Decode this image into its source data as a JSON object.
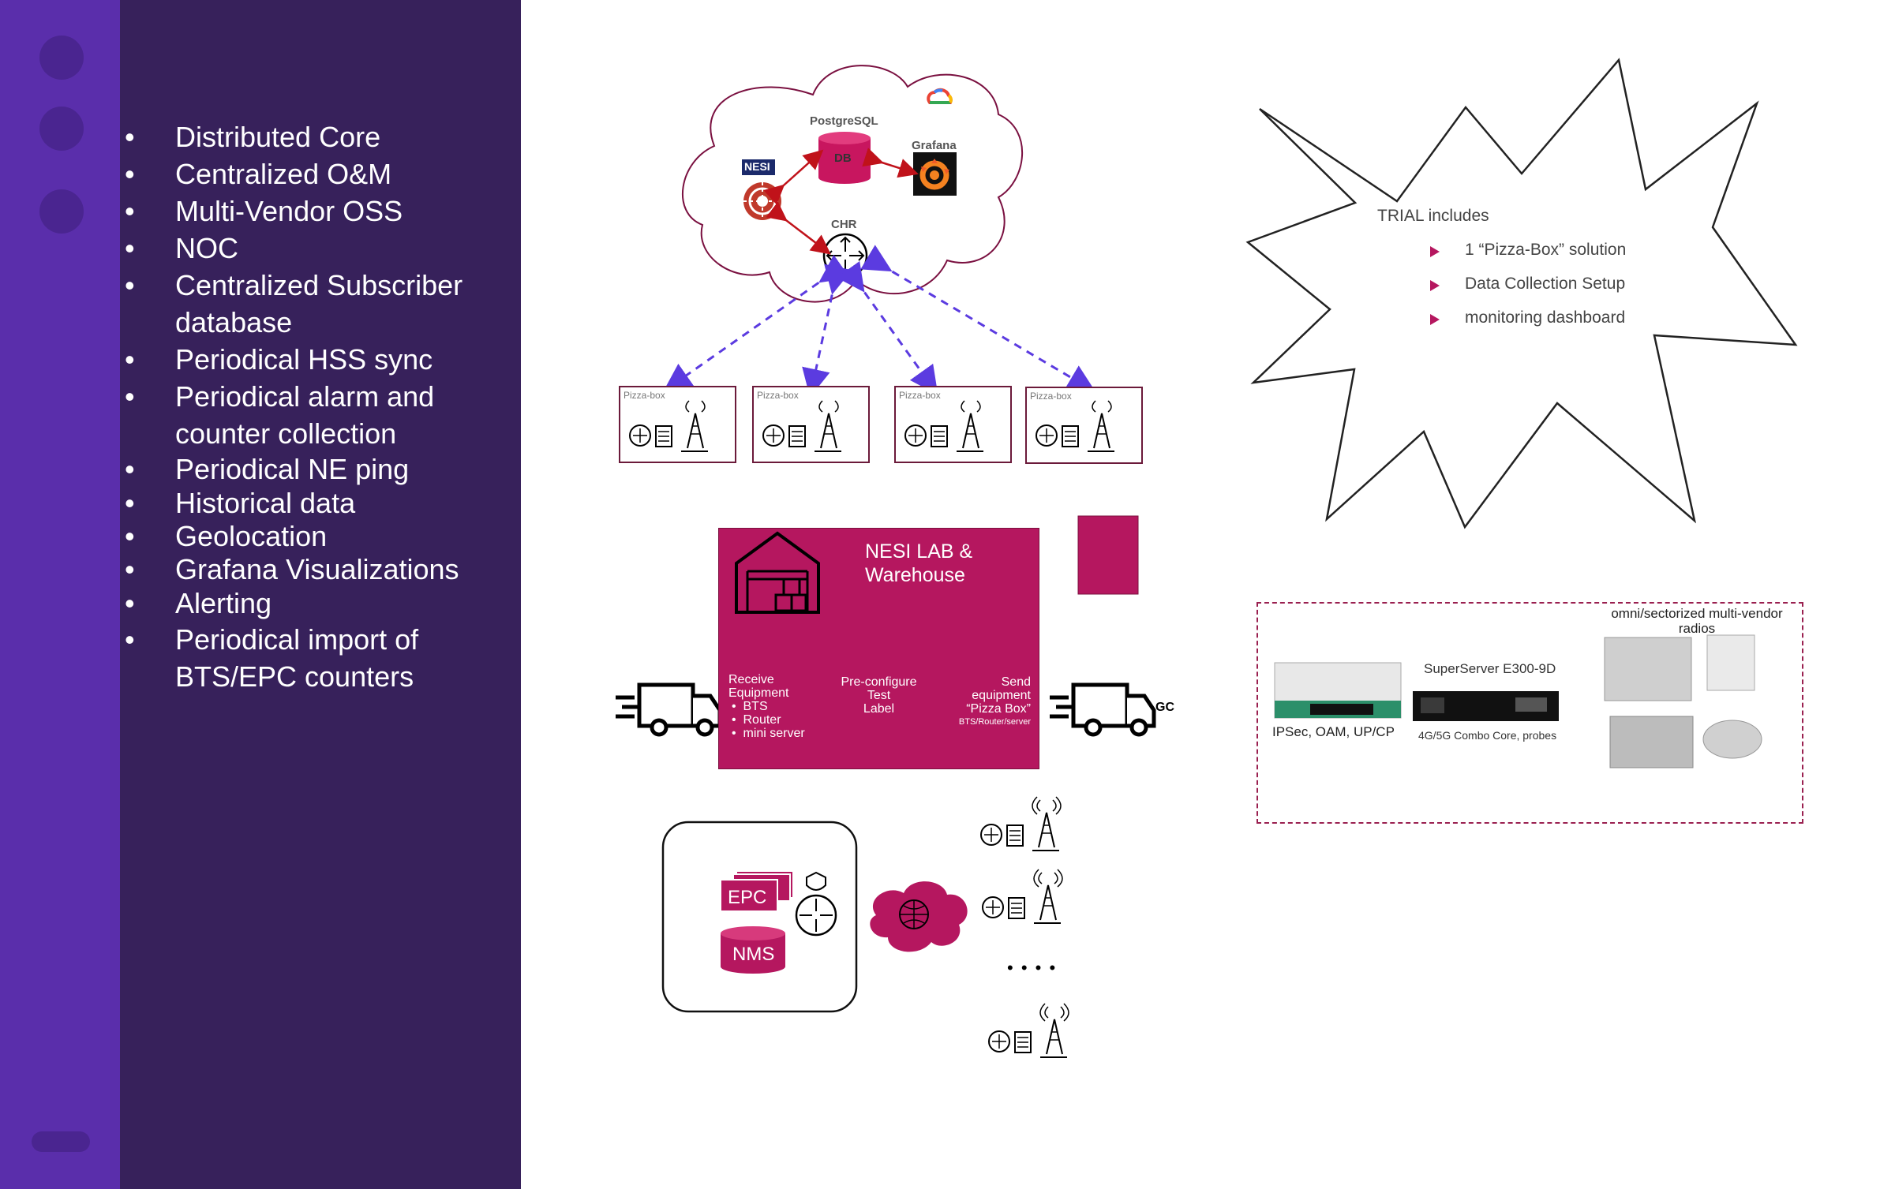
{
  "sidebar": {
    "items": [
      "Distributed Core",
      "Centralized O&M",
      "Multi-Vendor OSS",
      "NOC",
      "Centralized Subscriber database",
      "Periodical HSS sync",
      "Periodical alarm and counter collection",
      "Periodical NE ping",
      "Historical data",
      "Geolocation",
      "Grafana Visualizations",
      "Alerting",
      "Periodical import of BTS/EPC counters"
    ]
  },
  "cloud": {
    "postgres": "PostgreSQL",
    "db": "DB",
    "grafana": "Grafana",
    "nesi": "NESI",
    "chr": "CHR"
  },
  "pizza_boxes": [
    "Pizza-box",
    "Pizza-box",
    "Pizza-box",
    "Pizza-box"
  ],
  "trial": {
    "title": "TRIAL includes",
    "items": [
      "1 “Pizza-Box” solution",
      "Data Collection Setup",
      "monitoring dashboard"
    ]
  },
  "warehouse": {
    "title_line1": "NESI LAB &",
    "title_line2": "Warehouse",
    "receive_title": "Receive Equipment",
    "receive_items": [
      "BTS",
      "Router",
      "mini server"
    ],
    "preconfig_lines": [
      "Pre-configure",
      "Test",
      "Label"
    ],
    "send_lines": [
      "Send",
      "equipment",
      "“Pizza Box”"
    ],
    "send_sub": "BTS/Router/server",
    "gc": "GC"
  },
  "hardware": {
    "radios_title": "omni/sectorized  multi-vendor radios",
    "router_caption": "IPSec, OAM, UP/CP",
    "server_title": "SuperServer E300-9D",
    "server_caption": "4G/5G Combo Core, probes"
  },
  "core_site": {
    "epc": "EPC",
    "nms": "NMS",
    "dots": "• • • •"
  },
  "colors": {
    "sidebar_bg": "#37215b",
    "sidebar_strip": "#5a2eab",
    "accent": "#b5175f",
    "arrow_blue": "#5b3be0",
    "arrow_red": "#c0121a"
  }
}
